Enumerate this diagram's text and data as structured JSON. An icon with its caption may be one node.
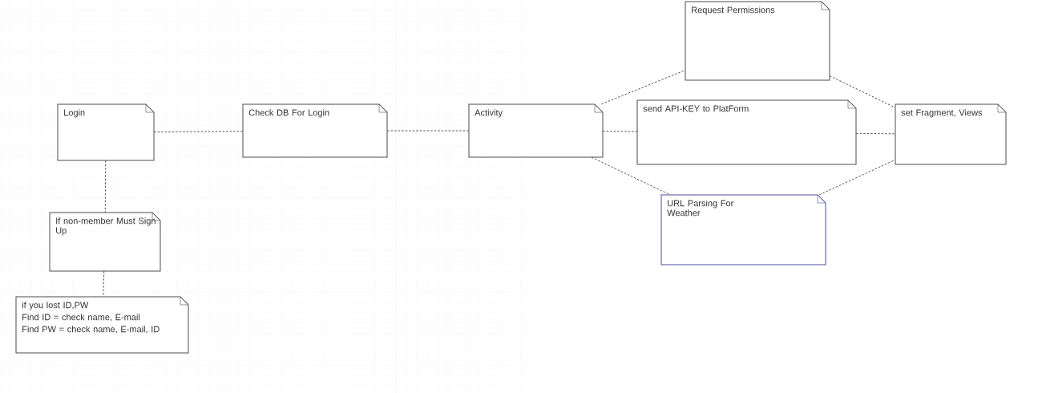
{
  "diagram": {
    "nodes": [
      {
        "text": [
          "Login"
        ]
      },
      {
        "text": [
          "Check DB For Login"
        ]
      },
      {
        "text": [
          "Activity"
        ]
      },
      {
        "text": [
          "Request Permissions"
        ]
      },
      {
        "text": [
          "send API-KEY to PlatForm"
        ]
      },
      {
        "text": [
          "set Fragment, Views"
        ]
      },
      {
        "text": [
          "URL Parsing For Weather"
        ]
      },
      {
        "text": [
          "If non-member Must Sign Up"
        ]
      },
      {
        "text": [
          "if you lost ID,PW",
          "Find ID = check name, E-mail",
          "Find PW = check name, E-mail, ID"
        ]
      }
    ],
    "edges": [
      {
        "from": 0,
        "to": 1,
        "arrow": "none"
      },
      {
        "from": 1,
        "to": 2,
        "arrow": "none"
      },
      {
        "from": 2,
        "to": 3,
        "arrow": "none"
      },
      {
        "from": 2,
        "to": 4,
        "arrow": "none"
      },
      {
        "from": 2,
        "to": 6,
        "arrow": "none"
      },
      {
        "from": 3,
        "to": 5,
        "arrow": "none"
      },
      {
        "from": 4,
        "to": 5,
        "arrow": "none"
      },
      {
        "from": 6,
        "to": 5,
        "arrow": "none"
      },
      {
        "from": 0,
        "to": 7,
        "arrow": "none"
      },
      {
        "from": 7,
        "to": 8,
        "arrow": "none"
      }
    ]
  }
}
